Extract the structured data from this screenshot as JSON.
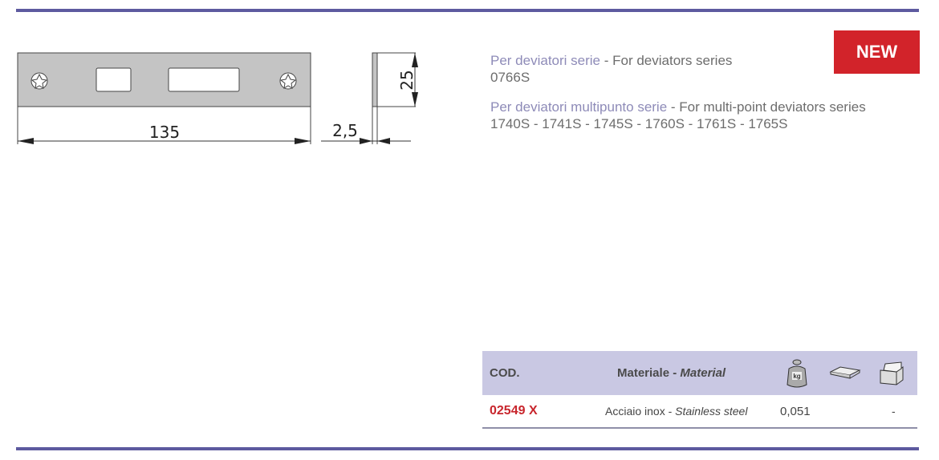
{
  "drawing": {
    "length": "135",
    "thickness": "2,5",
    "height": "25"
  },
  "badge": "NEW",
  "desc": [
    {
      "it": "Per deviatori serie",
      "en": "For deviators series",
      "codes": "0766S"
    },
    {
      "it": "Per deviatori multipunto serie",
      "en": "For multi-point deviators series",
      "codes": "1740S - 1741S - 1745S - 1760S - 1761S - 1765S"
    }
  ],
  "table": {
    "headers": {
      "cod": "COD.",
      "material_it": "Materiale",
      "material_en": "Material",
      "weight_icon": "kg"
    },
    "rows": [
      {
        "cod": "02549 X",
        "material_it": "Acciaio inox",
        "material_en": "Stainless steel",
        "weight": "0,051",
        "pack": "-"
      }
    ]
  },
  "colors": {
    "accent": "#5d5a9f",
    "red": "#d2232a",
    "header_bg": "#c9c8e3"
  }
}
